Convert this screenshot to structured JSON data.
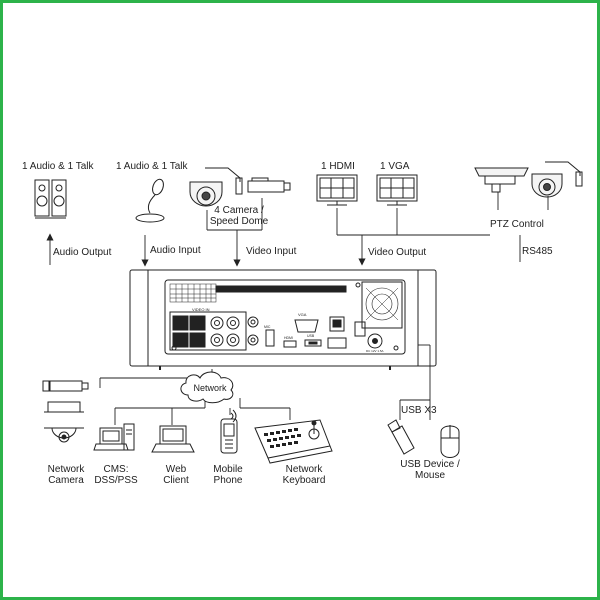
{
  "border_color": "#2db34a",
  "line_color": "#222222",
  "labels": {
    "audio_talk_left": "1 Audio  & 1 Talk",
    "audio_talk_mid": "1 Audio & 1 Talk",
    "hdmi": "1 HDMI",
    "vga": "1 VGA",
    "camera_speed_dome_1": "4 Camera /",
    "camera_speed_dome_2": "Speed Dome",
    "ptz_control": "PTZ Control",
    "rs485": "RS485",
    "audio_output": "Audio  Output",
    "audio_input": "Audio  Input",
    "video_input": "Video Input",
    "video_output": "Video Output",
    "network": "Network",
    "usb_x3": "USB X3",
    "network_camera_1": "Network",
    "network_camera_2": "Camera",
    "cms_1": "CMS:",
    "cms_2": "DSS/PSS",
    "web_client_1": "Web",
    "web_client_2": "Client",
    "mobile_phone_1": "Mobile",
    "mobile_phone_2": "Phone",
    "network_keyboard_1": "Network",
    "network_keyboard_2": "Keyboard",
    "usb_device_1": "USB Device /",
    "usb_device_2": "Mouse"
  },
  "panel_labels": {
    "video_in": "VIDEO IN",
    "vga": "VGA",
    "hdmi": "HDMI",
    "usb": "USB",
    "mic": "MIC",
    "power": "DC 12V 1.5A"
  },
  "icons": [
    "speaker-icon",
    "microphone-icon",
    "speed-dome-icon",
    "box-camera-icon",
    "monitor-icon",
    "ptz-camera-icon",
    "ip-camera-icon",
    "server-icon",
    "laptop-icon",
    "mobile-phone-icon",
    "keyboard-icon",
    "usb-stick-icon",
    "mouse-icon",
    "cloud-icon"
  ]
}
